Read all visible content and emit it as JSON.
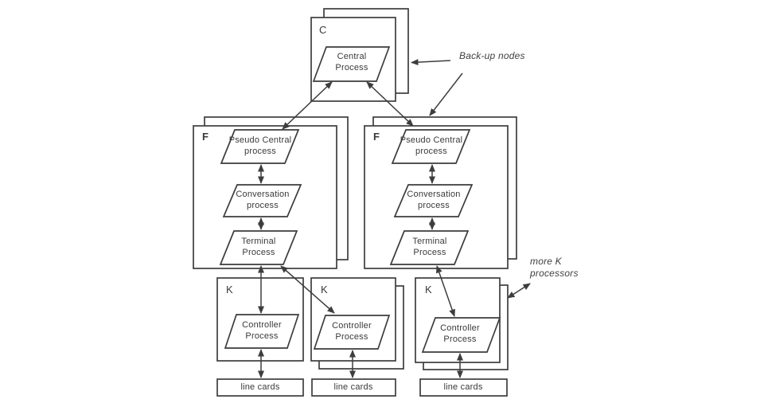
{
  "colors": {
    "background": "#ffffff",
    "line_stroke": "#3d3d3d",
    "text": "#3a3a3a"
  },
  "annotations": {
    "backup_nodes": "Back-up nodes",
    "more_k_line1": "more K",
    "more_k_line2": "processors"
  },
  "central_node": {
    "tag": "C",
    "process_line1": "Central",
    "process_line2": "Process"
  },
  "f_node_left": {
    "tag": "F",
    "pseudo_line1": "Pseudo Central",
    "pseudo_line2": "process",
    "conversation_line1": "Conversation",
    "conversation_line2": "process",
    "terminal_line1": "Terminal",
    "terminal_line2": "Process"
  },
  "f_node_right": {
    "tag": "F",
    "pseudo_line1": "Pseudo Central",
    "pseudo_line2": "process",
    "conversation_line1": "Conversation",
    "conversation_line2": "process",
    "terminal_line1": "Terminal",
    "terminal_line2": "Process"
  },
  "k_node_1": {
    "tag": "K",
    "controller_line1": "Controller",
    "controller_line2": "Process",
    "line_cards": "line cards"
  },
  "k_node_2": {
    "tag": "K",
    "controller_line1": "Controller",
    "controller_line2": "Process",
    "line_cards": "line cards"
  },
  "k_node_3": {
    "tag": "K",
    "controller_line1": "Controller",
    "controller_line2": "Process",
    "line_cards": "line cards"
  }
}
